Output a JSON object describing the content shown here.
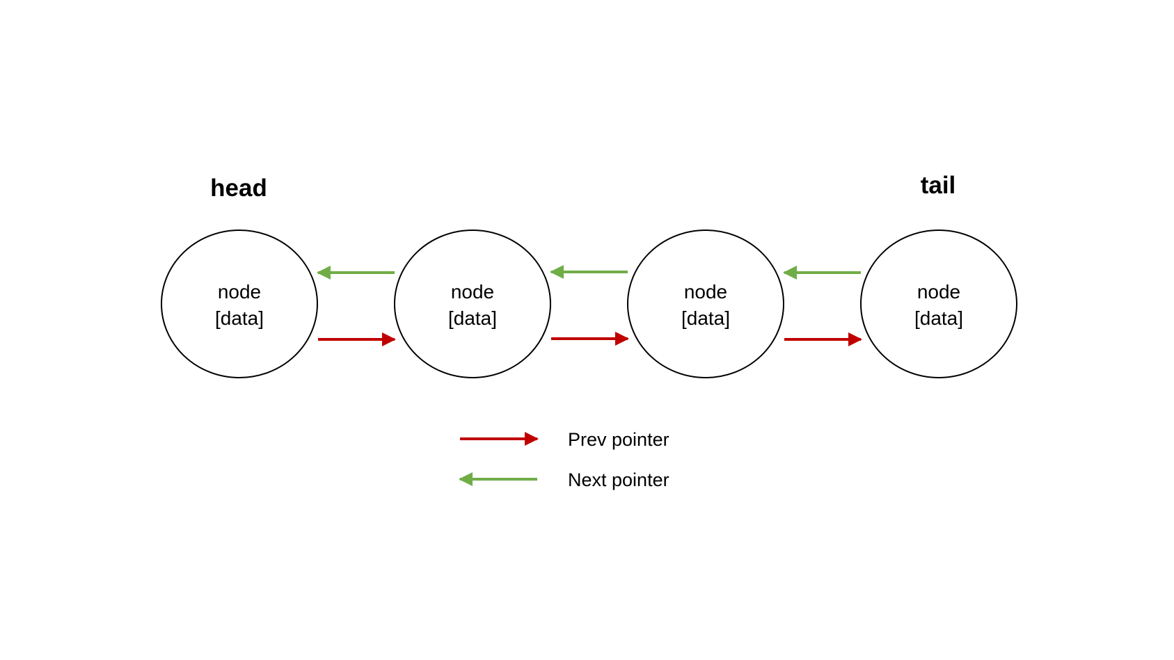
{
  "labels": {
    "head": "head",
    "tail": "tail"
  },
  "nodes": [
    {
      "title": "node",
      "value": "[data]"
    },
    {
      "title": "node",
      "value": "[data]"
    },
    {
      "title": "node",
      "value": "[data]"
    },
    {
      "title": "node",
      "value": "[data]"
    }
  ],
  "legend": {
    "prev": {
      "label": "Prev pointer",
      "color": "#c00000"
    },
    "next": {
      "label": "Next pointer",
      "color": "#70ad47"
    }
  }
}
